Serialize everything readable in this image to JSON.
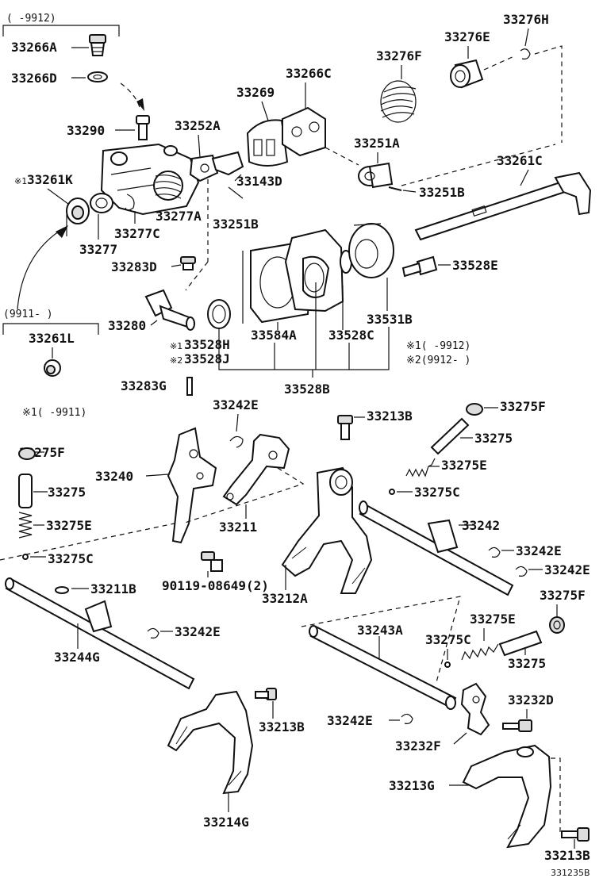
{
  "labels": {
    "p33266A": "33266A",
    "p33266D": "33266D",
    "p33290": "33290",
    "p33261K": "33261K",
    "p33277": "33277",
    "p33277C": "33277C",
    "p33277A": "33277A",
    "p33252A": "33252A",
    "p33269": "33269",
    "p33266C": "33266C",
    "p33276F": "33276F",
    "p33276E": "33276E",
    "p33276H": "33276H",
    "p33143D": "33143D",
    "p33251A": "33251A",
    "p33251B_a": "33251B",
    "p33251B_b": "33251B",
    "p33261C": "33261C",
    "p33283D": "33283D",
    "p33280": "33280",
    "p33261L": "33261L",
    "p33528H": "33528H",
    "p33528J": "33528J",
    "p33584A": "33584A",
    "p33528C": "33528C",
    "p33531B": "33531B",
    "p33528E": "33528E",
    "p33528B": "33528B",
    "p33283G": "33283G",
    "p33242E_a": "33242E",
    "p33213B_a": "33213B",
    "p33275F_a": "33275F",
    "p33275F_b": "33275F",
    "p33275F_c": "33275F",
    "p33275_a": "33275",
    "p33275_b": "33275",
    "p33275_c": "33275",
    "p33275E_a": "33275E",
    "p33275E_b": "33275E",
    "p33275E_c": "33275E",
    "p33275C_a": "33275C",
    "p33275C_b": "33275C",
    "p33275C_c": "33275C",
    "p33240": "33240",
    "p33211": "33211",
    "p33242": "33242",
    "p33242E_b": "33242E",
    "p33242E_c": "33242E",
    "p33242E_d": "33242E",
    "p33242E_e": "33242E",
    "p90119": "90119-08649(2)",
    "p33212A": "33212A",
    "p33211B": "33211B",
    "p33244G": "33244G",
    "p33243A": "33243A",
    "p33232D": "33232D",
    "p33232F": "33232F",
    "p33213B_b": "33213B",
    "p33213B_c": "33213B",
    "p33213G": "33213G",
    "p33214G": "33214G"
  },
  "notes": {
    "range_top": "(     -9912)",
    "range_mid": "(9911-     )",
    "mark1": "※1",
    "mark2": "※2",
    "note1a": "※1(     -9912)",
    "note2a": "※2(9912-     )",
    "note1b": "※1(     -9911)"
  },
  "figure_code": "331235B"
}
